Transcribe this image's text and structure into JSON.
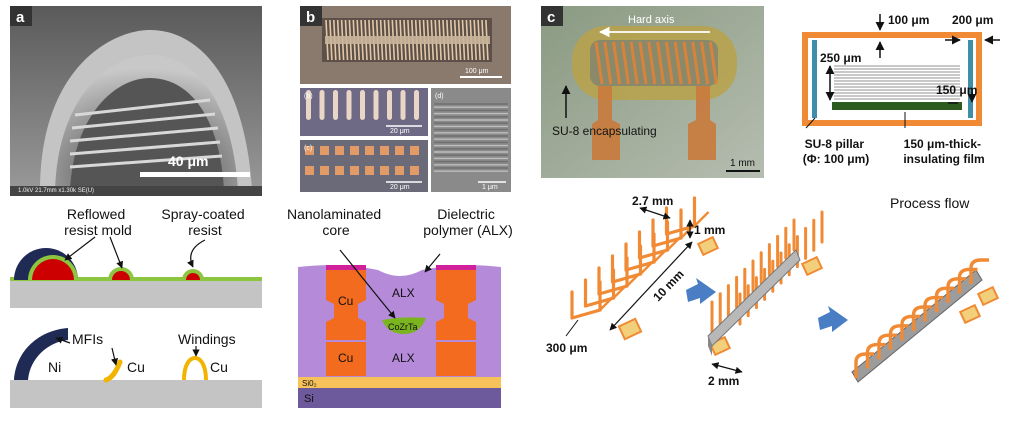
{
  "panel_a": {
    "tag": "a",
    "sem_scale": "40 μm",
    "sem_info": "1.0kV 21.7mm x1.30k SE(U)",
    "reflowed_mold": "Reflowed\nresist mold",
    "spray_coated": "Spray-coated\nresist",
    "mfis": "MFIs",
    "windings": "Windings",
    "ni": "Ni",
    "cu1": "Cu",
    "cu2": "Cu"
  },
  "panel_b": {
    "tag": "b",
    "scale_top": "100 μm",
    "sub_b": "(b)",
    "sub_c": "(c)",
    "sub_d": "(d)",
    "scale_b": "20 μm",
    "scale_c": "20 μm",
    "scale_d": "1 μm",
    "nanolaminated": "Nanolaminated\ncore",
    "dielectric": "Dielectric\npolymer (ALX)",
    "cu_top": "Cu",
    "cu_bottom": "Cu",
    "alx_top": "ALX",
    "alx_bottom": "ALX",
    "cozrta": "CoZrTa",
    "sio2": "Si0₂",
    "si": "Si"
  },
  "panel_c": {
    "tag": "c",
    "hard_axis": "Hard axis",
    "su8_encap": "SU-8 encapsulating",
    "scale": "1 mm",
    "dim_100": "100 μm",
    "dim_200": "200 μm",
    "dim_250": "250 μm",
    "dim_150": "150 μm",
    "su8_pillar": "SU-8 pillar\n(Φ: 100 μm)",
    "film": "150 μm-thick-\ninsulating film",
    "process_flow": "Process flow",
    "dim_27": "2.7 mm",
    "dim_1": "1 mm",
    "dim_10": "10 mm",
    "dim_300": "300 μm",
    "dim_2": "2 mm"
  }
}
